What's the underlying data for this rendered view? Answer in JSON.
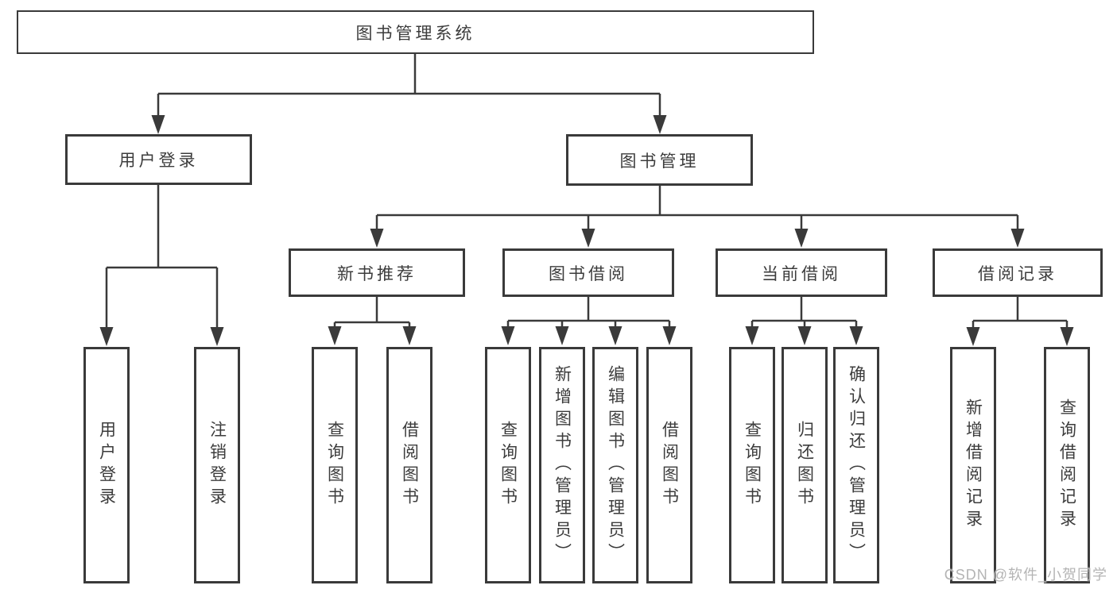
{
  "diagram": {
    "root": {
      "label": "图书管理系统"
    },
    "level2": [
      {
        "label": "用户登录",
        "children": [
          {
            "label": "用户登录"
          },
          {
            "label": "注销登录"
          }
        ]
      },
      {
        "label": "图书管理",
        "children": [
          {
            "label": "新书推荐",
            "children": [
              {
                "label": "查询图书"
              },
              {
                "label": "借阅图书"
              }
            ]
          },
          {
            "label": "图书借阅",
            "children": [
              {
                "label": "查询图书"
              },
              {
                "label": "新增图书（管理员）"
              },
              {
                "label": "编辑图书（管理员）"
              },
              {
                "label": "借阅图书"
              }
            ]
          },
          {
            "label": "当前借阅",
            "children": [
              {
                "label": "查询图书"
              },
              {
                "label": "归还图书"
              },
              {
                "label": "确认归还（管理员）"
              }
            ]
          },
          {
            "label": "借阅记录",
            "children": [
              {
                "label": "新增借阅记录"
              },
              {
                "label": "查询借阅记录"
              }
            ]
          }
        ]
      }
    ]
  },
  "watermark": {
    "text": "CSDN @软件_小贺同学"
  },
  "colors": {
    "line": "#3a3a3a",
    "box_border": "#3a3a3a",
    "text": "#3c3c3c",
    "watermark_text": "#b4b4b4",
    "background": "#ffffff"
  }
}
